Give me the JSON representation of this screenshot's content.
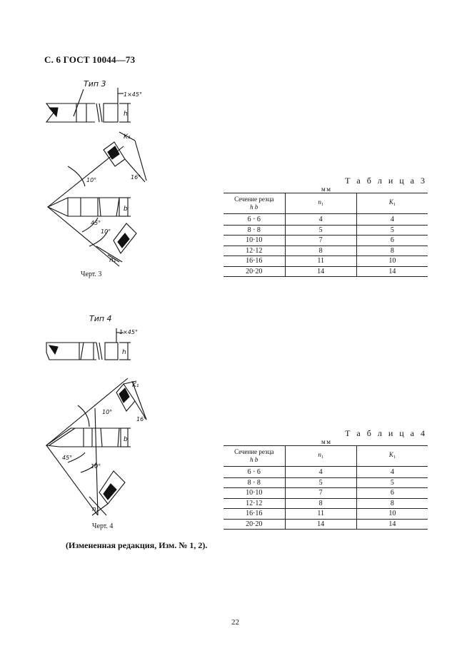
{
  "header": {
    "title": "С. 6 ГОСТ 10044—73"
  },
  "drawing3": {
    "type_label": "Тип 3",
    "chamfer": "1×45°",
    "dim_h": "h",
    "dim_b": "b",
    "dim_k": "K₁",
    "dim_n": "n₁",
    "angle_10_a": "10°",
    "angle_10_b": "10°",
    "angle_45": "45°",
    "angle_16": "16°",
    "caption": "Черт. 3"
  },
  "drawing4": {
    "type_label": "Тип 4",
    "chamfer": "1×45°",
    "dim_h": "h",
    "dim_b": "b",
    "dim_k": "K₁",
    "dim_n": "n₁",
    "angle_10_a": "10°",
    "angle_10_b": "10°",
    "angle_45": "45°",
    "angle_16": "16°",
    "caption": "Черт. 4"
  },
  "table3": {
    "title": "Т а б л и ц а  3",
    "units": "мм",
    "col1_header": "Сечение резца",
    "col1_sub": "h    b",
    "col2_header": "n",
    "col2_sub": "1",
    "col3_header": "K",
    "col3_sub": "1",
    "rows": [
      [
        "6 · 6",
        "4",
        "4"
      ],
      [
        "8 · 8",
        "5",
        "5"
      ],
      [
        "10·10",
        "7",
        "6"
      ],
      [
        "12·12",
        "8",
        "8"
      ],
      [
        "16·16",
        "11",
        "10"
      ],
      [
        "20·20",
        "14",
        "14"
      ]
    ]
  },
  "table4": {
    "title": "Т а б л и ц а  4",
    "units": "мм",
    "col1_header": "Сечение резца",
    "col1_sub": "h    b",
    "col2_header": "n",
    "col2_sub": "1",
    "col3_header": "K",
    "col3_sub": "1",
    "rows": [
      [
        "6 · 6",
        "4",
        "4"
      ],
      [
        "8 · 8",
        "5",
        "5"
      ],
      [
        "10·10",
        "7",
        "6"
      ],
      [
        "12·12",
        "8",
        "8"
      ],
      [
        "16·16",
        "11",
        "10"
      ],
      [
        "20·20",
        "14",
        "14"
      ]
    ]
  },
  "footer": {
    "note": "(Измененная редакция, Изм. № 1, 2)."
  },
  "page_number": "22"
}
